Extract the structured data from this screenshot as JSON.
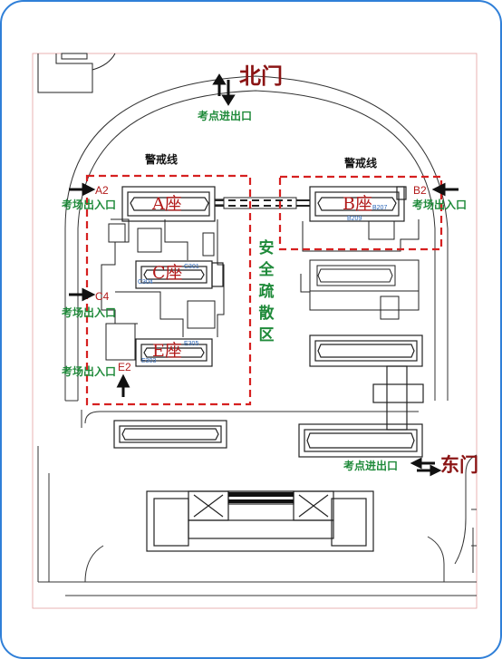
{
  "gates": {
    "north": {
      "name": "北门",
      "label": "考点进出口"
    },
    "east": {
      "name": "东门",
      "label": "考点进出口"
    }
  },
  "cordon": {
    "left": "警戒线",
    "right": "警戒线"
  },
  "safety_zone": "安全疏散区",
  "buildings": {
    "a": "A座",
    "b": "B座",
    "c": "C座",
    "e": "E座"
  },
  "entrances": {
    "a2": {
      "code": "A2",
      "label": "考场出入口"
    },
    "b2": {
      "code": "B2",
      "label": "考场出入口"
    },
    "c4": {
      "code": "C4",
      "label": "考场出入口"
    },
    "e2": {
      "code": "E2",
      "label": "考场出入口"
    }
  },
  "rooms": {
    "b209": "B209",
    "b207": "B207",
    "c301": "C301",
    "c304": "C304",
    "e303": "E303",
    "e305": "E305"
  },
  "colors": {
    "frame": "#2f7fd8",
    "cordon": "#d62020",
    "label_green": "#1f8a3a",
    "gate_red": "#8b1414"
  }
}
